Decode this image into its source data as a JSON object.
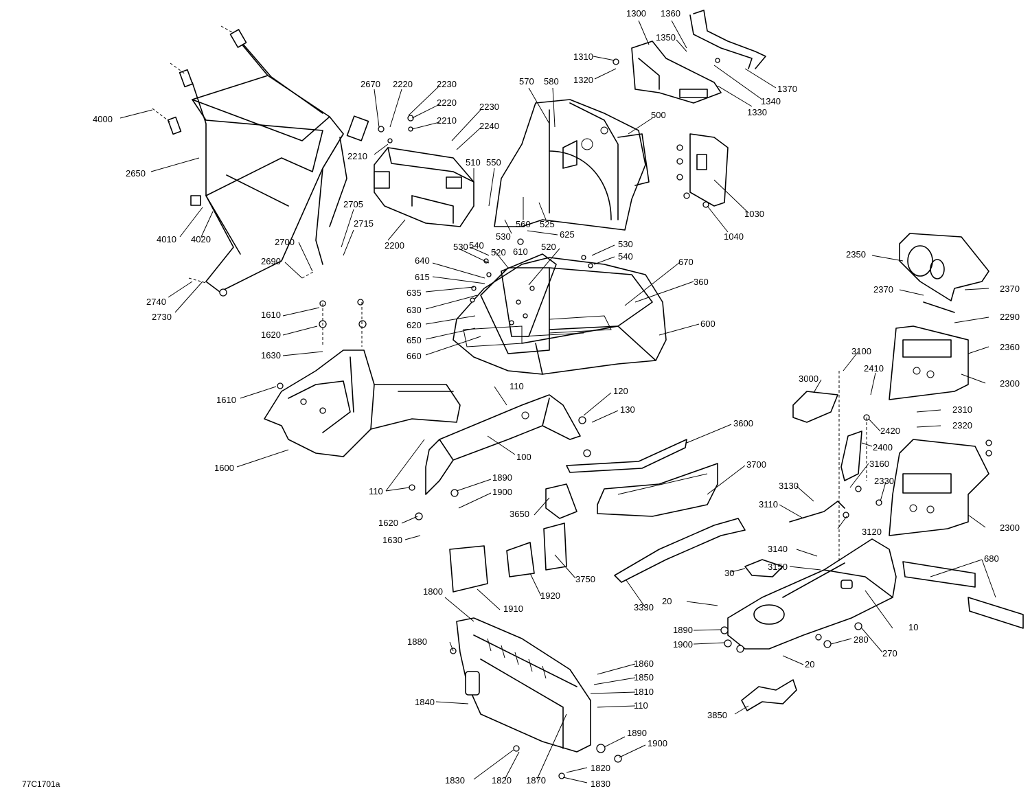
{
  "drawing_id": "77C1701a",
  "callouts": [
    "4000",
    "2650",
    "4010",
    "4020",
    "2670",
    "2220",
    "2230",
    "2220",
    "2210",
    "2210",
    "2230",
    "2240",
    "2200",
    "2705",
    "2715",
    "2700",
    "2690",
    "2740",
    "2730",
    "570",
    "580",
    "500",
    "510",
    "550",
    "560",
    "525",
    "530",
    "625",
    "1310",
    "1320",
    "1300",
    "1360",
    "1350",
    "1370",
    "1340",
    "1330",
    "1030",
    "1040",
    "530",
    "540",
    "520",
    "520",
    "610",
    "530",
    "540",
    "640",
    "615",
    "635",
    "630",
    "620",
    "650",
    "660",
    "670",
    "360",
    "600",
    "1610",
    "1620",
    "1630",
    "1610",
    "1600",
    "110",
    "120",
    "130",
    "100",
    "110",
    "1890",
    "1900",
    "1620",
    "1630",
    "3600",
    "3700",
    "3650",
    "3750",
    "1920",
    "1910",
    "3330",
    "2350",
    "2370",
    "2370",
    "2290",
    "2360",
    "2300",
    "3100",
    "2410",
    "3000",
    "2310",
    "2320",
    "2420",
    "2400",
    "3160",
    "2330",
    "2300",
    "3130",
    "3110",
    "3120",
    "3140",
    "3150",
    "30",
    "680",
    "10",
    "20",
    "1890",
    "1900",
    "280",
    "270",
    "20",
    "3850",
    "1800",
    "1880",
    "1860",
    "1850",
    "1810",
    "110",
    "1840",
    "1890",
    "1900",
    "1820",
    "1830",
    "1820",
    "1870",
    "1830"
  ]
}
